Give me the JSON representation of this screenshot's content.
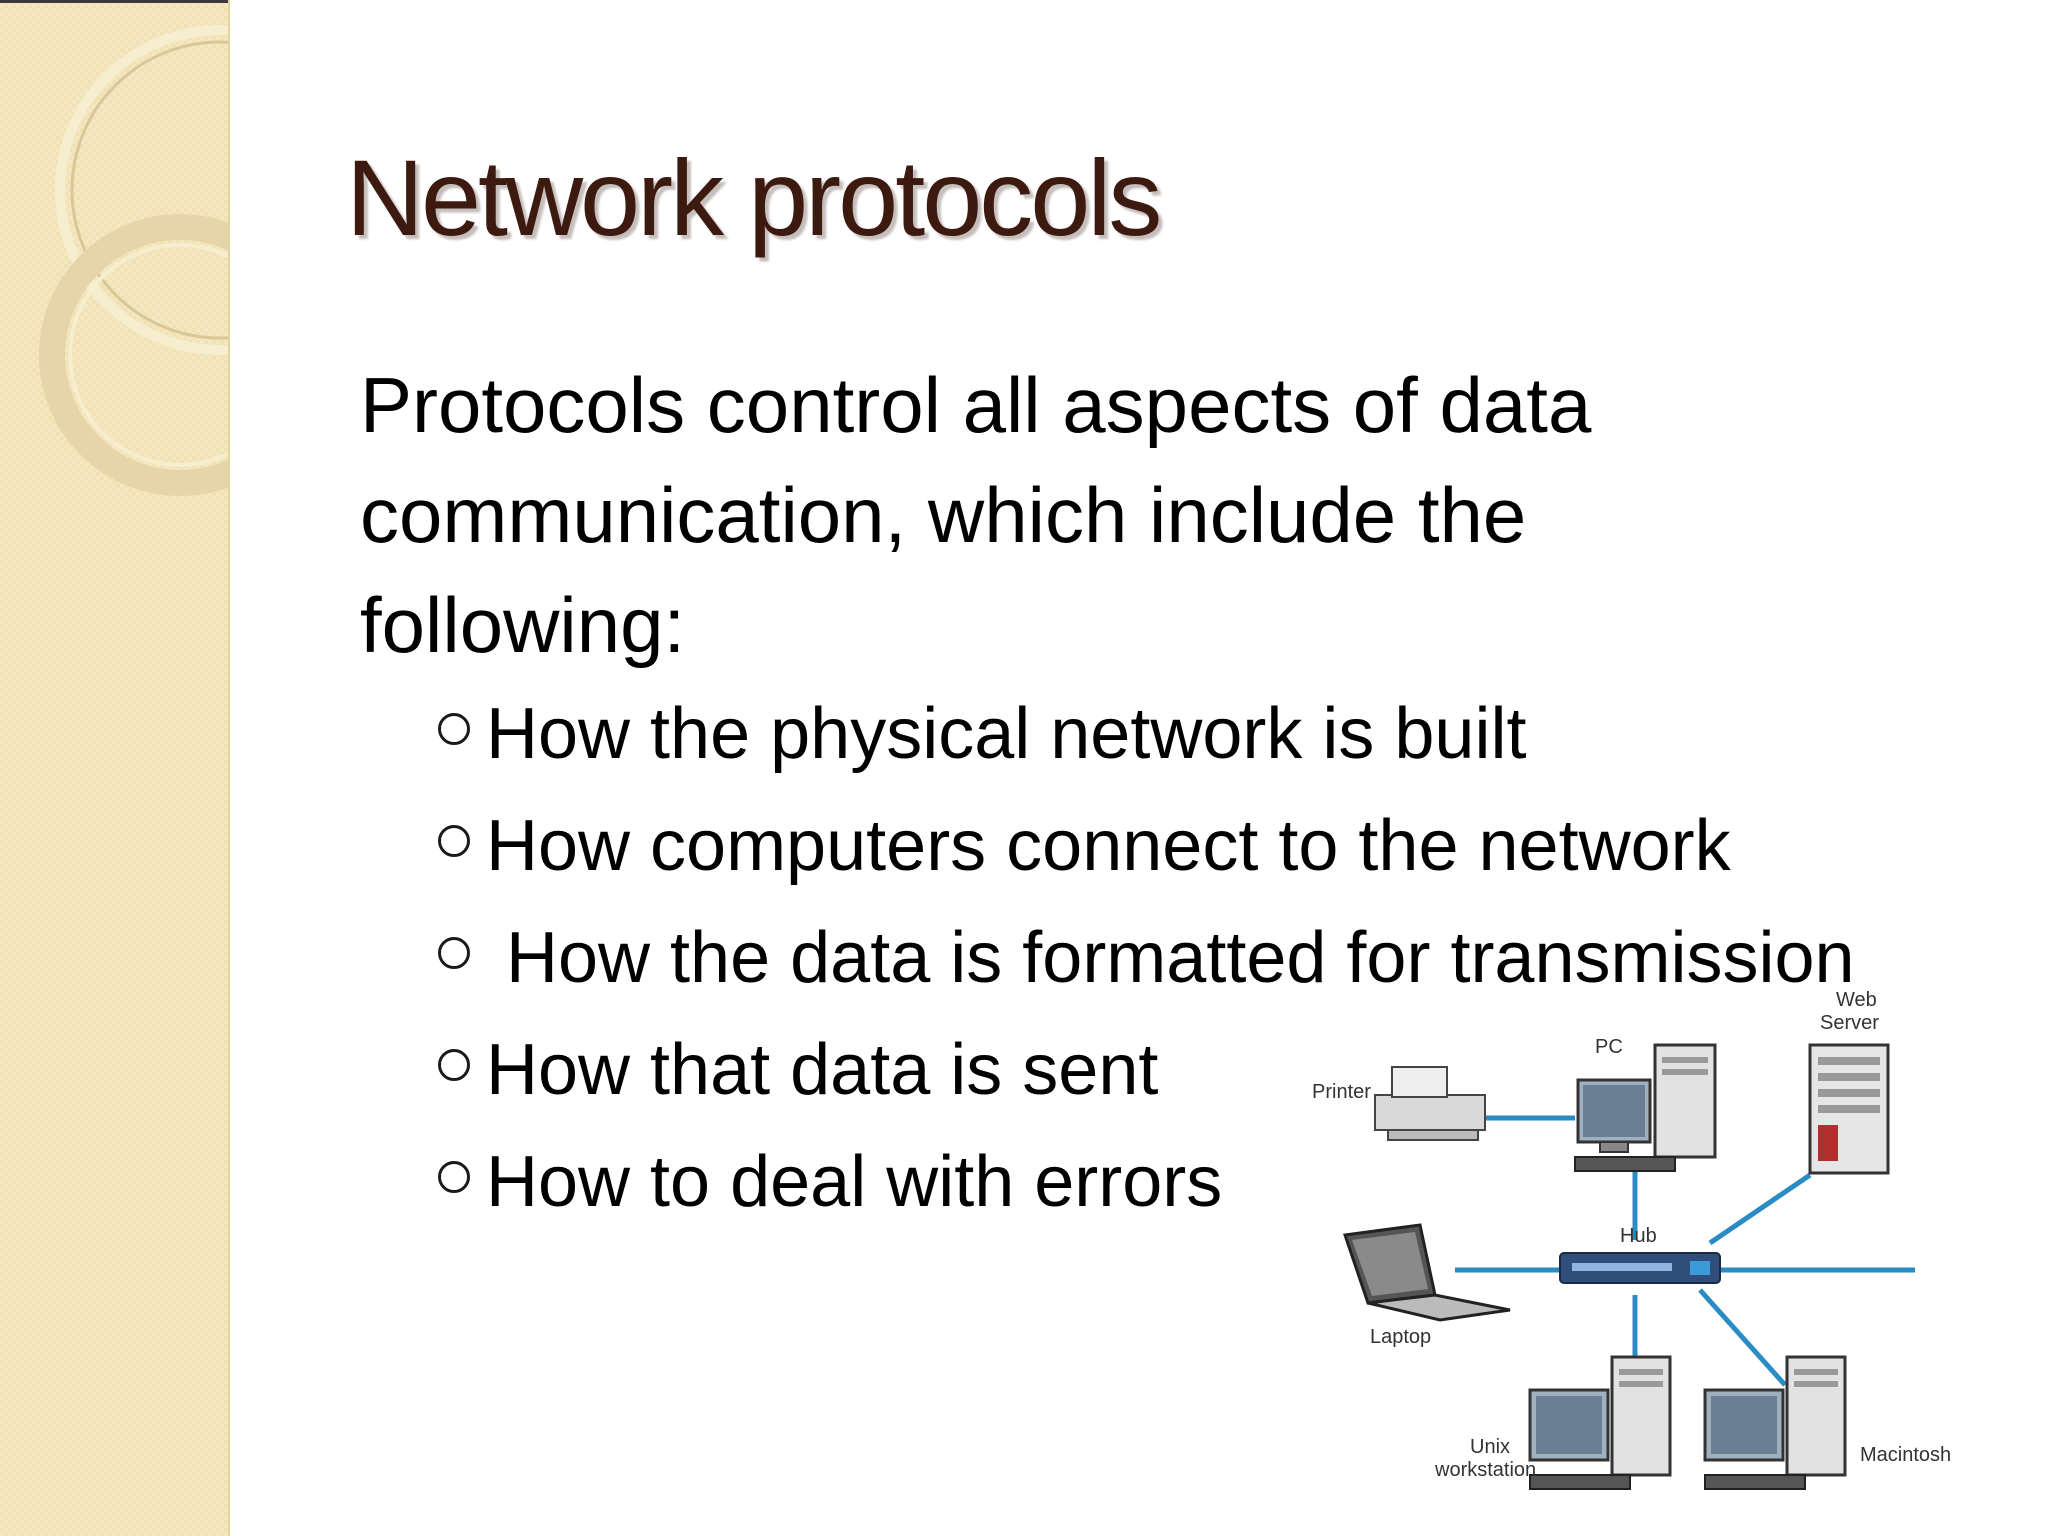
{
  "slide": {
    "title": "Network protocols",
    "intro": "Protocols control all aspects of data communication, which include the following:",
    "bullets": [
      "How the physical network is built",
      "How computers connect to the network",
      "How the data is formatted for transmission",
      "How that data is sent",
      "How to deal with errors"
    ]
  },
  "diagram": {
    "labels": {
      "printer": "Printer",
      "pc": "PC",
      "web_server": [
        "Web",
        "Server"
      ],
      "hub": "Hub",
      "laptop": "Laptop",
      "unix": [
        "Unix",
        "workstation"
      ],
      "macintosh": "Macintosh"
    },
    "link_color": "#2a8cc4"
  },
  "colors": {
    "title": "#3d1a10",
    "sidebar": "#f1e2b4"
  }
}
